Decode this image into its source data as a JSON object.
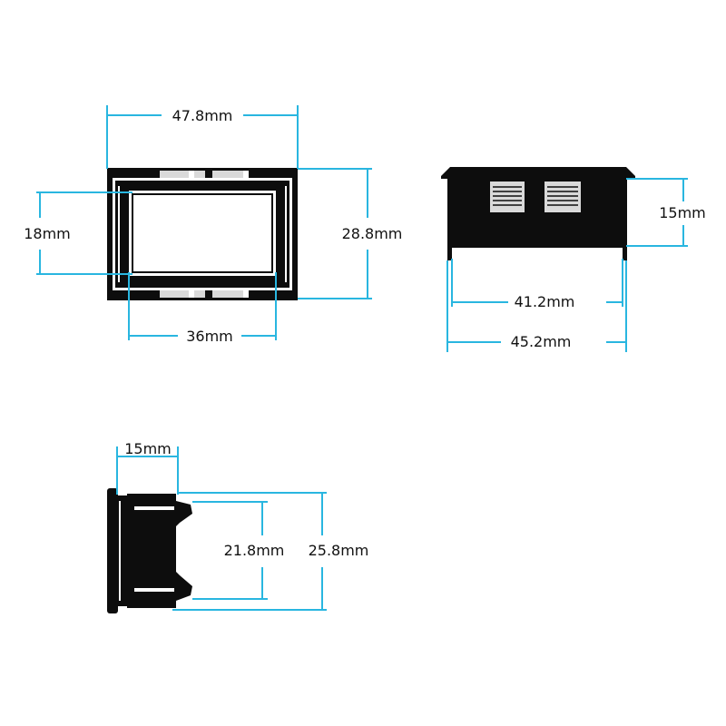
{
  "dimensions": {
    "front_width": "47.8mm",
    "front_height": "28.8mm",
    "window_height": "18mm",
    "window_width": "36mm",
    "top_depth": "15mm",
    "top_inner_width": "41.2mm",
    "top_outer_width": "45.2mm",
    "side_depth": "15mm",
    "side_inner_height": "21.8mm",
    "side_outer_height": "25.8mm"
  }
}
